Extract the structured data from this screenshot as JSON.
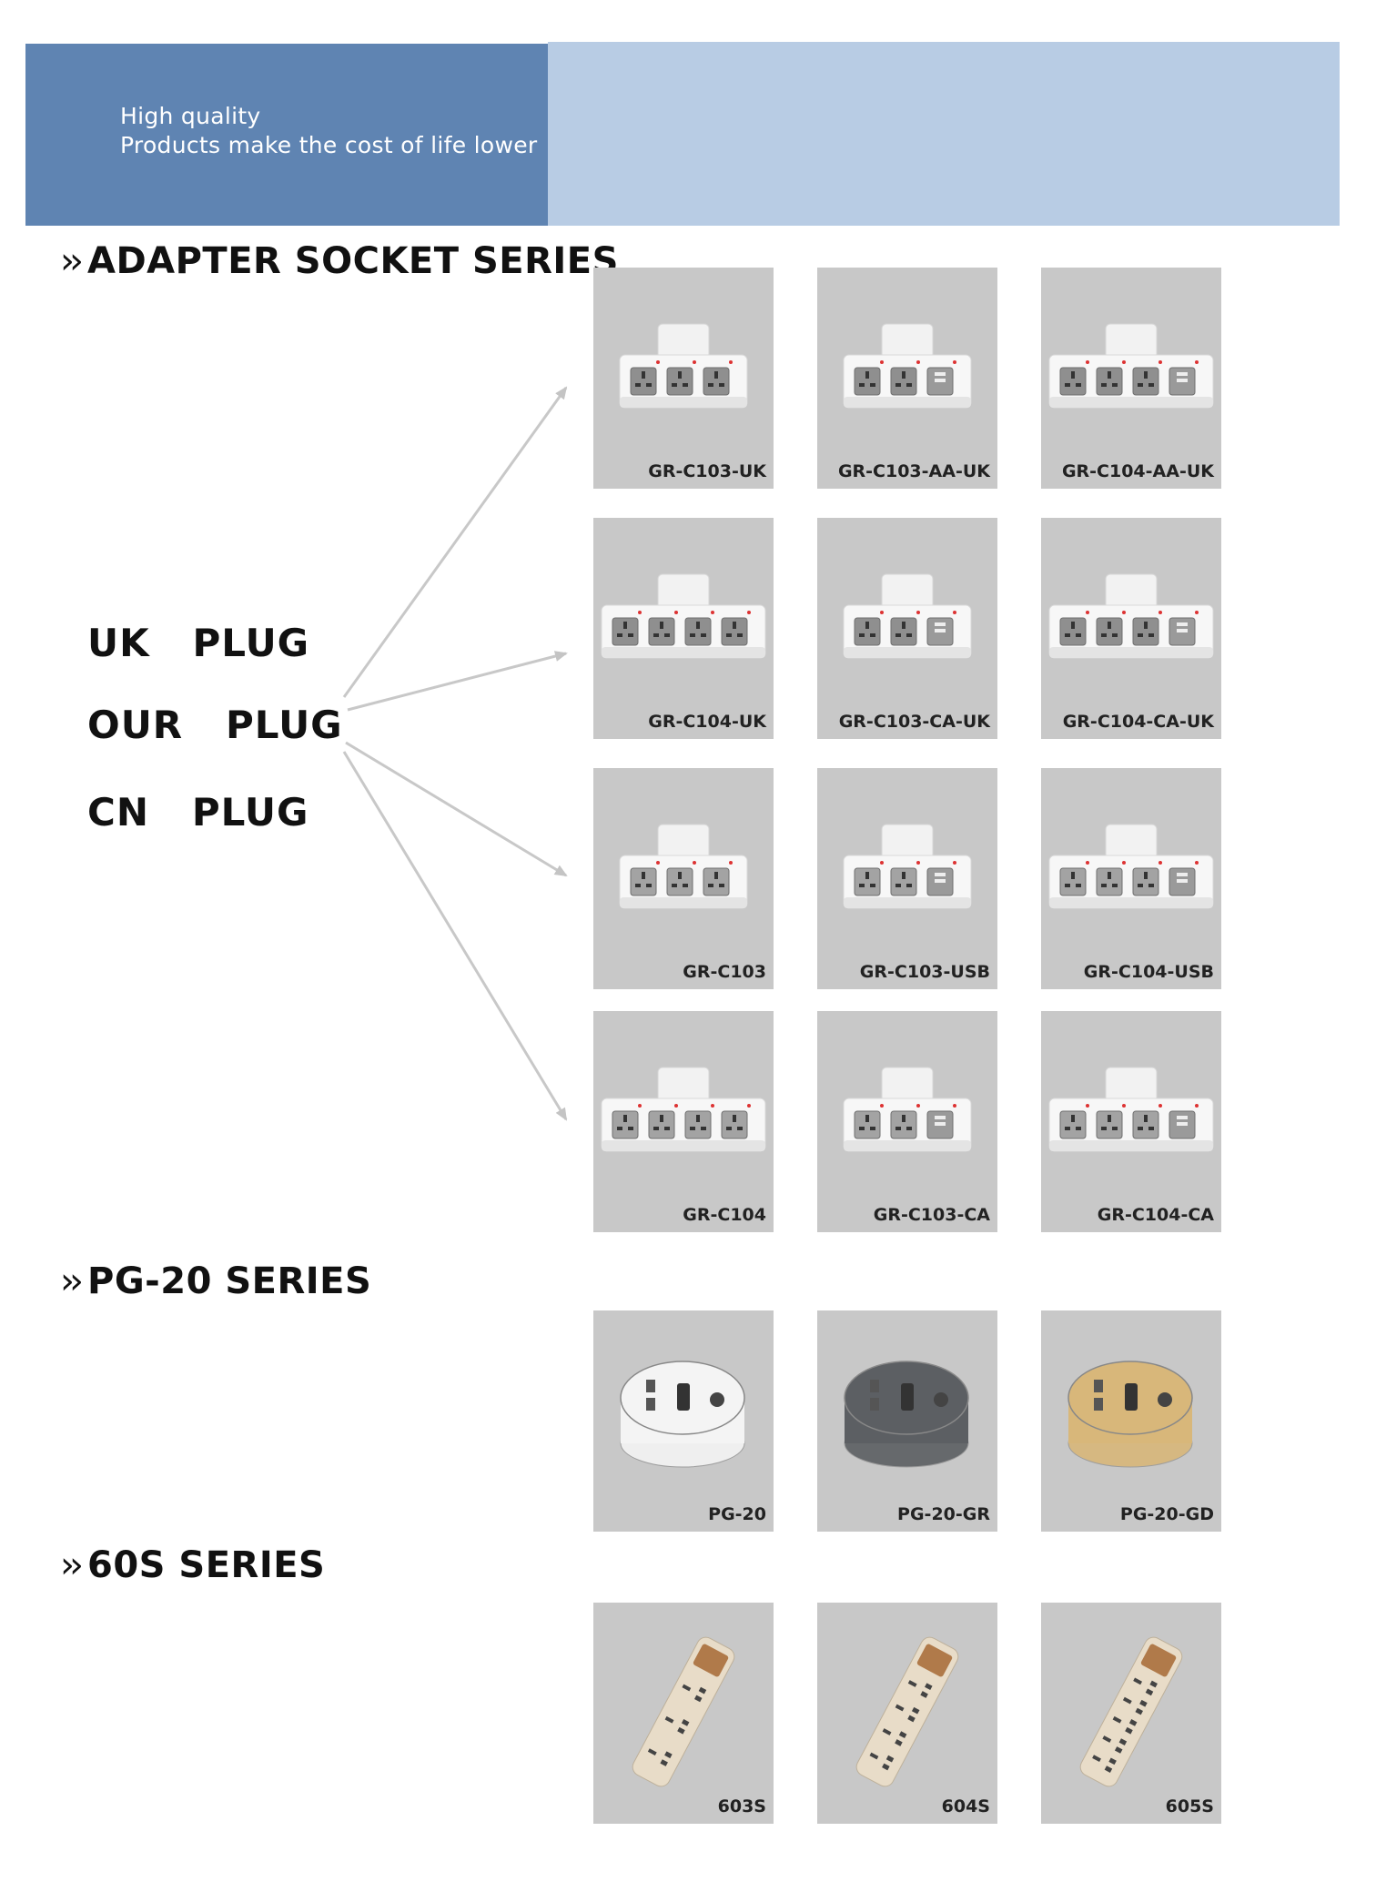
{
  "banner": {
    "line1": "High quality",
    "line2": "Products make the cost of life lower"
  },
  "sections": {
    "adapter": "ADAPTER SOCKET  SERIES",
    "pg20": "PG-20  SERIES",
    "s60": "60S  SERIES",
    "chevron": "››"
  },
  "plugs": [
    "UK   PLUG",
    "OUR   PLUG",
    "CN   PLUG"
  ],
  "adapter_products": [
    {
      "label": "GR-C103-UK",
      "socket": "uk",
      "outlets": 3,
      "usb": false
    },
    {
      "label": "GR-C103-AA-UK",
      "socket": "uk",
      "outlets": 2,
      "usb": true
    },
    {
      "label": "GR-C104-AA-UK",
      "socket": "uk",
      "outlets": 3,
      "usb": true
    },
    {
      "label": "GR-C104-UK",
      "socket": "uk",
      "outlets": 4,
      "usb": false
    },
    {
      "label": "GR-C103-CA-UK",
      "socket": "uk",
      "outlets": 2,
      "usb": true
    },
    {
      "label": "GR-C104-CA-UK",
      "socket": "uk",
      "outlets": 3,
      "usb": true
    },
    {
      "label": "GR-C103",
      "socket": "universal",
      "outlets": 3,
      "usb": false
    },
    {
      "label": "GR-C103-USB",
      "socket": "universal",
      "outlets": 2,
      "usb": true
    },
    {
      "label": "GR-C104-USB",
      "socket": "universal",
      "outlets": 3,
      "usb": true
    },
    {
      "label": "GR-C104",
      "socket": "universal",
      "outlets": 4,
      "usb": false
    },
    {
      "label": "GR-C103-CA",
      "socket": "universal",
      "outlets": 2,
      "usb": true
    },
    {
      "label": "GR-C104-CA",
      "socket": "universal",
      "outlets": 3,
      "usb": true
    }
  ],
  "pg_products": [
    {
      "label": "PG-20",
      "color": "#f4f4f4"
    },
    {
      "label": "PG-20-GR",
      "color": "#5c5f63"
    },
    {
      "label": "PG-20-GD",
      "color": "#d8b77a"
    }
  ],
  "strip_products": [
    {
      "label": "603S"
    },
    {
      "label": "604S"
    },
    {
      "label": "605S"
    }
  ]
}
